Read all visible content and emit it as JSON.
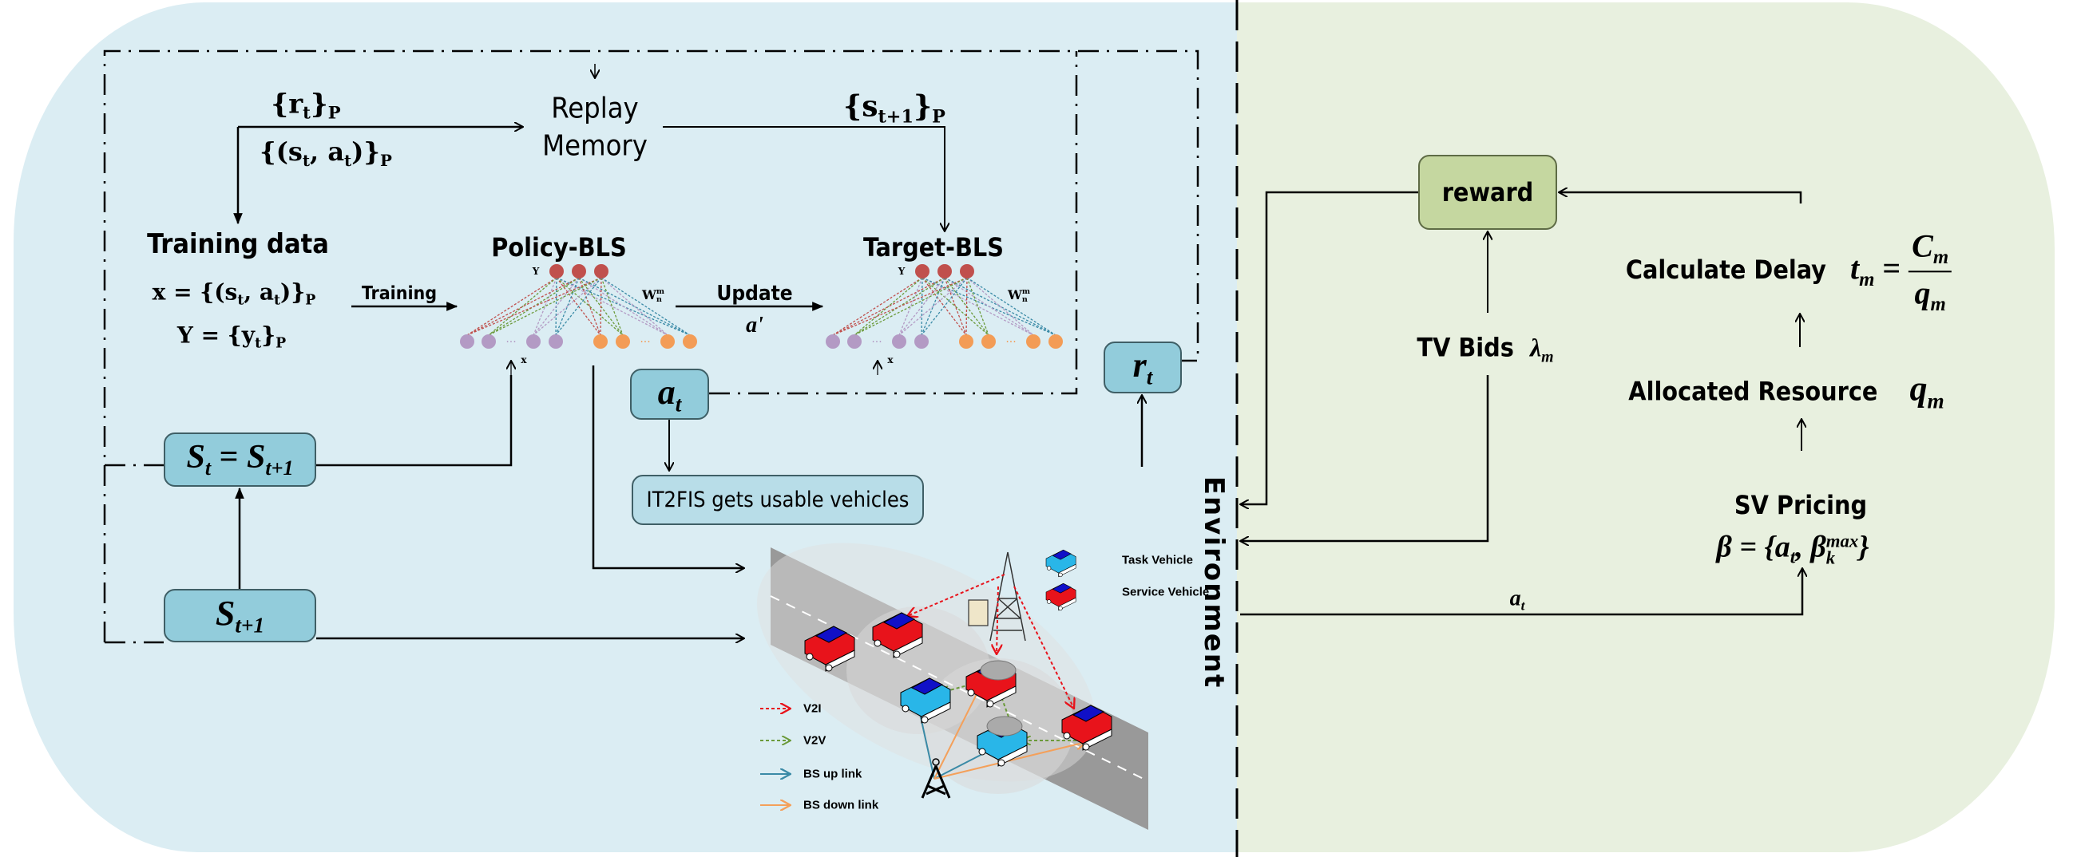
{
  "colors": {
    "agent_bg": "#dbedf3",
    "environment_bg": "#e8f0df",
    "state_box": "#92ccdb",
    "it2fis_box": "#b8dde8",
    "reward_box": "#c5d7a0",
    "output_node": "#c0504d",
    "enhancement_node": "#b39ac4",
    "feature_node": "#f39c56",
    "v2i": "#e8131b",
    "v2v": "#6b9a3a",
    "bs_uplink": "#3a8aa6",
    "bs_downlink": "#f4a05a"
  },
  "agent": {
    "replay_memory": [
      "Replay",
      "Memory"
    ],
    "rewards_set": {
      "base": "r",
      "sub": "t",
      "set_sub": "P"
    },
    "state_action_set": {
      "base": "(s",
      "sub": "t",
      "mid": ", a",
      "sub2": "t",
      "set_sub": "P"
    },
    "next_state_set": {
      "base": "s",
      "sub": "t+1",
      "set_sub": "P"
    },
    "training_data": {
      "title": "Training data",
      "x_eq": {
        "lhs": "x = {(s",
        "s_sub": "t",
        "mid": ", a",
        "a_sub": "t",
        "rhs": ")}",
        "set_sub": "P"
      },
      "y_eq": {
        "lhs": "Y = {y",
        "y_sub": "t",
        "rhs": "}",
        "set_sub": "P"
      }
    },
    "training_label": "Training",
    "policy_bls": {
      "title": "Policy-BLS",
      "output_label": "Y",
      "input_label": "x",
      "weight_label": {
        "base": "W",
        "sup": "m",
        "sub": "n"
      }
    },
    "update_label": "Update",
    "update_param": "a'",
    "target_bls": {
      "title": "Target-BLS",
      "output_label": "Y",
      "input_label": "x",
      "weight_label": {
        "base": "W",
        "sup": "m",
        "sub": "n"
      }
    },
    "state_update_box": {
      "lhs": "S",
      "lhs_sub": "t",
      "eq": " = ",
      "rhs": "S",
      "rhs_sub": "t+1"
    },
    "next_state_box": {
      "base": "S",
      "sub": "t+1"
    },
    "action_box": {
      "base": "a",
      "sub": "t"
    },
    "reward_box": {
      "base": "r",
      "sub": "t"
    },
    "it2fis_box": "IT2FIS gets usable vehicles",
    "dots": "···"
  },
  "scene": {
    "legend_vehicles": [
      {
        "label": "Task Vehicle",
        "color": "#29b6e8"
      },
      {
        "label": "Service Vehicle",
        "color": "#e8131b"
      }
    ],
    "legend_links": [
      {
        "label": "V2I",
        "style": "dotted",
        "color": "#e8131b"
      },
      {
        "label": "V2V",
        "style": "dotted",
        "color": "#6b9a3a"
      },
      {
        "label": "BS up link",
        "style": "solid",
        "color": "#3a8aa6"
      },
      {
        "label": "BS down link",
        "style": "solid",
        "color": "#f4a05a"
      }
    ]
  },
  "environment": {
    "label": "Environment",
    "reward": "reward",
    "tv_bids": {
      "label": "TV Bids",
      "symbol": "λ",
      "sub": "m"
    },
    "calculate_delay": {
      "label": "Calculate Delay",
      "lhs": "t",
      "lhs_sub": "m",
      "num": "C",
      "num_sub": "m",
      "den": "q",
      "den_sub": "m"
    },
    "allocated_resource": {
      "label": "Allocated Resource",
      "symbol": "q",
      "sub": "m"
    },
    "sv_pricing": {
      "label": "SV Pricing",
      "lhs": "β = {a",
      "a_sub": "t",
      "mid": ", β",
      "beta_sup": "max",
      "beta_sub": "k",
      "rhs": "}"
    },
    "action_label": {
      "base": "a",
      "sub": "t"
    }
  }
}
